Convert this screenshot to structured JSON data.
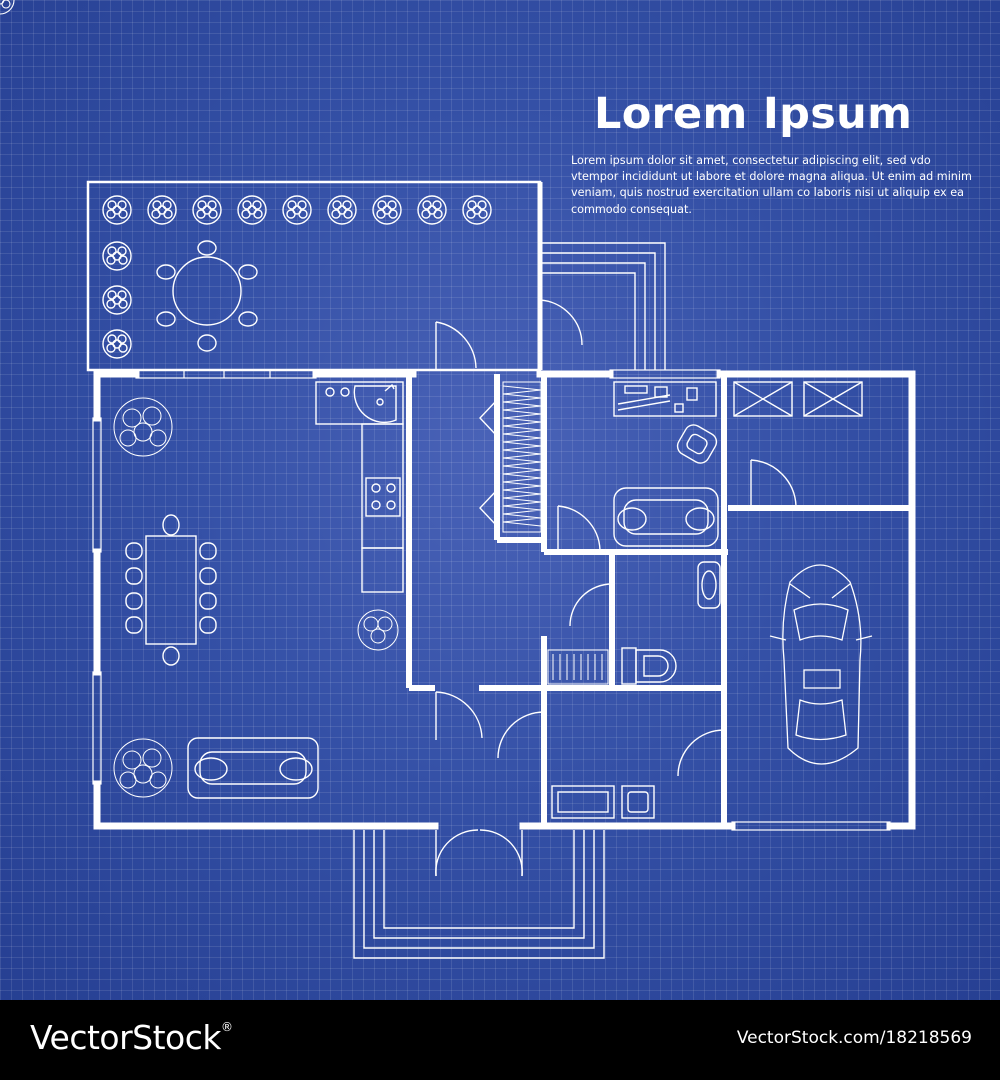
{
  "heading": "Lorem Ipsum",
  "body_text": "Lorem ipsum dolor sit amet, consectetur adipiscing elit, sed vdo vtempor incididunt ut labore et dolore magna aliqua. Ut enim ad minim veniam, quis nostrud exercitation ullam co laboris nisi ut aliquip ex ea commodo consequat.",
  "watermark": {
    "logo": "VectorStock",
    "registered": "®",
    "reference": "VectorStock.com/18218569"
  },
  "colors": {
    "blueprint_background": "#3450a6",
    "lines": "#ffffff",
    "footer": "#000000"
  }
}
